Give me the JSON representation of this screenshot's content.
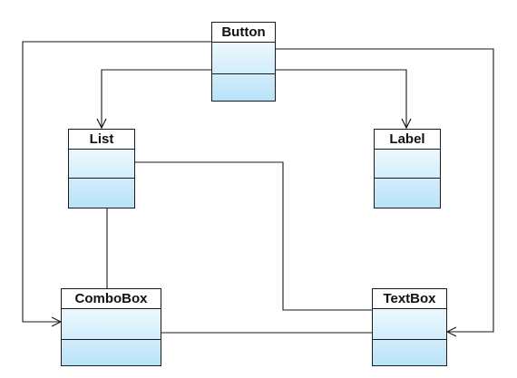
{
  "diagram": {
    "classes": {
      "button": {
        "name": "Button"
      },
      "list": {
        "name": "List"
      },
      "label": {
        "name": "Label"
      },
      "combobox": {
        "name": "ComboBox"
      },
      "textbox": {
        "name": "TextBox"
      }
    }
  }
}
